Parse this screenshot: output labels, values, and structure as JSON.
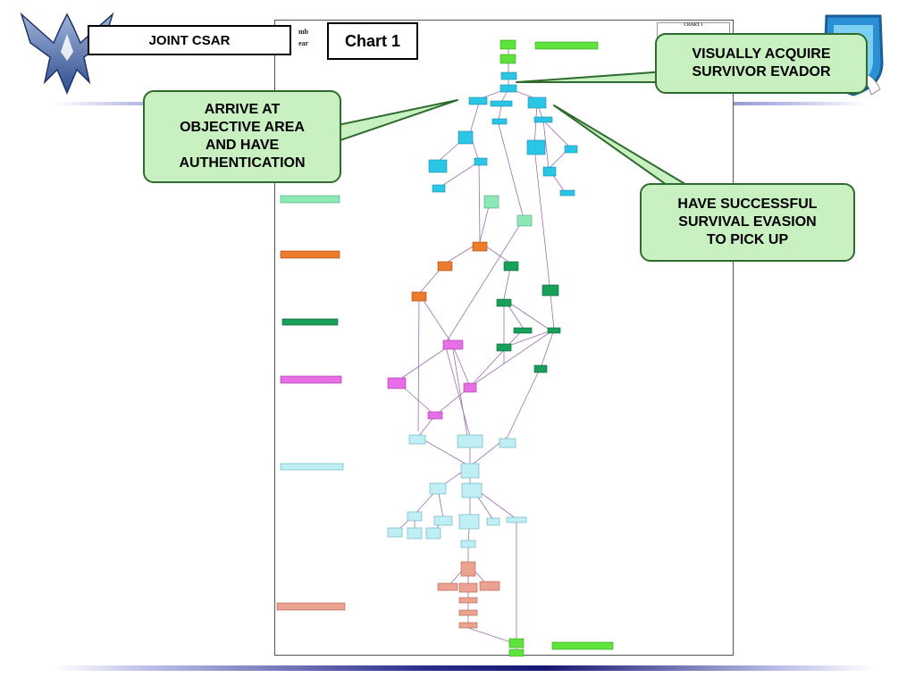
{
  "header": {
    "title": "JOINT CSAR",
    "chart_label": "Chart 1"
  },
  "document": {
    "heading_fragment_1": "mb",
    "heading_fragment_2": "ear",
    "chart_tag": "CHART 1"
  },
  "callouts": {
    "visually_acquire": "VISUALLY ACQUIRE\nSURVIVOR EVADOR",
    "arrive_objective": "ARRIVE AT\nOBJECTIVE AREA\nAND HAVE\nAUTHENTICATION",
    "successful_evasion": "HAVE SUCCESSFUL\nSURVIVAL EVASION\nTO PICK UP"
  },
  "colors": {
    "callout_fill": "#c8f0c0",
    "callout_border": "#2f6b2f",
    "node_green": "#5ee33a",
    "node_cyan": "#29c6e6",
    "node_mint": "#8de8b8",
    "node_orange": "#ee7a2c",
    "node_dkgreen": "#17a05a",
    "node_magenta": "#e86ee8",
    "node_ltcyan": "#bfeef4",
    "node_salmon": "#eba290",
    "connector": "#9a6fb0"
  },
  "icons": [
    "air-force-wings-logo",
    "center-shield-emblem"
  ]
}
